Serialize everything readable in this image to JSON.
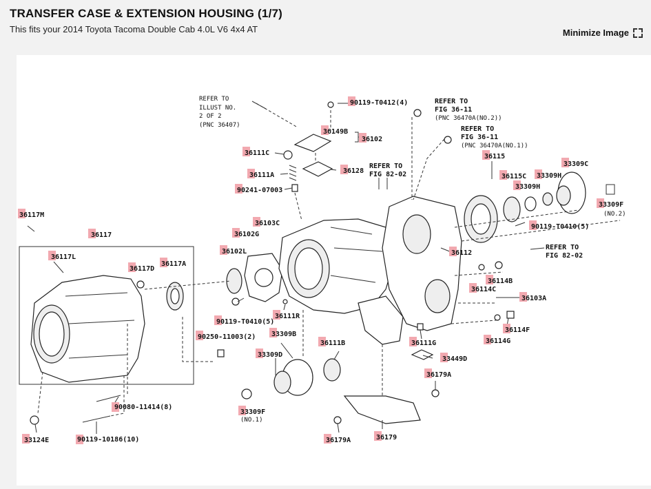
{
  "header": {
    "title": "TRANSFER CASE & EXTENSION HOUSING (1/7)",
    "subtitle": "This fits your 2014 Toyota Tacoma Double Cab 4.0L V6 4x4 AT",
    "minimize_label": "Minimize Image"
  },
  "diagram": {
    "notes": {
      "refer_illust": [
        "REFER TO",
        "ILLUST NO.",
        "2 OF 2",
        "(PNC 36407)"
      ],
      "refer_fig_36_11_no2": [
        "REFER TO",
        "FIG 36-11",
        "(PNC 36470A(NO.2))"
      ],
      "refer_fig_36_11_no1": [
        "REFER TO",
        "FIG 36-11",
        "(PNC 36470A(NO.1))"
      ],
      "refer_fig_82_02_a": [
        "REFER TO",
        "FIG 82-02"
      ],
      "refer_fig_82_02_b": [
        "REFER TO",
        "FIG 82-02"
      ],
      "no2": "(NO.2)",
      "no1": "(NO.1)"
    },
    "parts": {
      "p90119_T0412": "90119-T0412(4)",
      "p36149B": "36149B",
      "p36102": "36102",
      "p36111C": "36111C",
      "p36111A": "36111A",
      "p36128": "36128",
      "p90241": "90241-07003",
      "p36117M": "36117M",
      "p36103C": "36103C",
      "p36117": "36117",
      "p36102G": "36102G",
      "p36117L": "36117L",
      "p36102L": "36102L",
      "p36117D": "36117D",
      "p36117A": "36117A",
      "p36115": "36115",
      "p36115C": "36115C",
      "p33309H_a": "33309H",
      "p33309H_b": "33309H",
      "p33309C": "33309C",
      "p33309F_2": "33309F",
      "p90119_T0410_a": "90119-T0410(5)",
      "p36112": "36112",
      "p36114B": "36114B",
      "p36114C": "36114C",
      "p36103A": "36103A",
      "p90119_T0410_b": "90119-T0410(5)",
      "p36111R": "36111R",
      "p36114F": "36114F",
      "p36114G": "36114G",
      "p90250": "90250-11003(2)",
      "p33309B": "33309B",
      "p36111B": "36111B",
      "p36111G": "36111G",
      "p33309D": "33309D",
      "p33449D": "33449D",
      "p36179A_a": "36179A",
      "p90080": "90080-11414(8)",
      "p33309F_1": "33309F",
      "p36179": "36179",
      "p36179A_b": "36179A",
      "p33124E": "33124E",
      "p90119_10186": "90119-10186(10)"
    }
  }
}
